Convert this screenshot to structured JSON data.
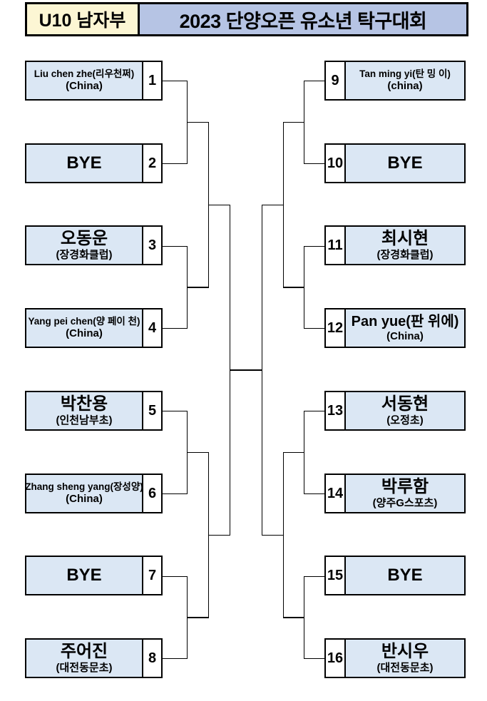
{
  "header": {
    "division": "U10 남자부",
    "title": "2023 단양오픈 유소년 탁구대회"
  },
  "bracket": {
    "left": [
      {
        "seed": "1",
        "name": "Liu chen zhe(리우천쩌)",
        "affiliation": "(China)"
      },
      {
        "seed": "2",
        "name": "BYE",
        "affiliation": ""
      },
      {
        "seed": "3",
        "name": "오동운",
        "affiliation": "(장경화클럽)"
      },
      {
        "seed": "4",
        "name": "Yang pei chen(양 페이 천)",
        "affiliation": "(China)"
      },
      {
        "seed": "5",
        "name": "박찬용",
        "affiliation": "(인천남부초)"
      },
      {
        "seed": "6",
        "name": "Zhang sheng yang(장성양)",
        "affiliation": "(China)"
      },
      {
        "seed": "7",
        "name": "BYE",
        "affiliation": ""
      },
      {
        "seed": "8",
        "name": "주어진",
        "affiliation": "(대전동문초)"
      }
    ],
    "right": [
      {
        "seed": "9",
        "name": "Tan ming yi(탄 밍 이)",
        "affiliation": "(china)"
      },
      {
        "seed": "10",
        "name": "BYE",
        "affiliation": ""
      },
      {
        "seed": "11",
        "name": "최시현",
        "affiliation": "(장경화클럽)"
      },
      {
        "seed": "12",
        "name": "Pan yue(판 위에)",
        "affiliation": "(China)"
      },
      {
        "seed": "13",
        "name": "서동현",
        "affiliation": "(오정초)"
      },
      {
        "seed": "14",
        "name": "박루함",
        "affiliation": "(양주G스포츠)"
      },
      {
        "seed": "15",
        "name": "BYE",
        "affiliation": ""
      },
      {
        "seed": "16",
        "name": "반시우",
        "affiliation": "(대전동문초)"
      }
    ]
  },
  "colors": {
    "entry_fill": "#DBE7F4",
    "header_division_fill": "#FCF6D4",
    "header_title_fill": "#B6C4E4",
    "line": "#000000"
  }
}
